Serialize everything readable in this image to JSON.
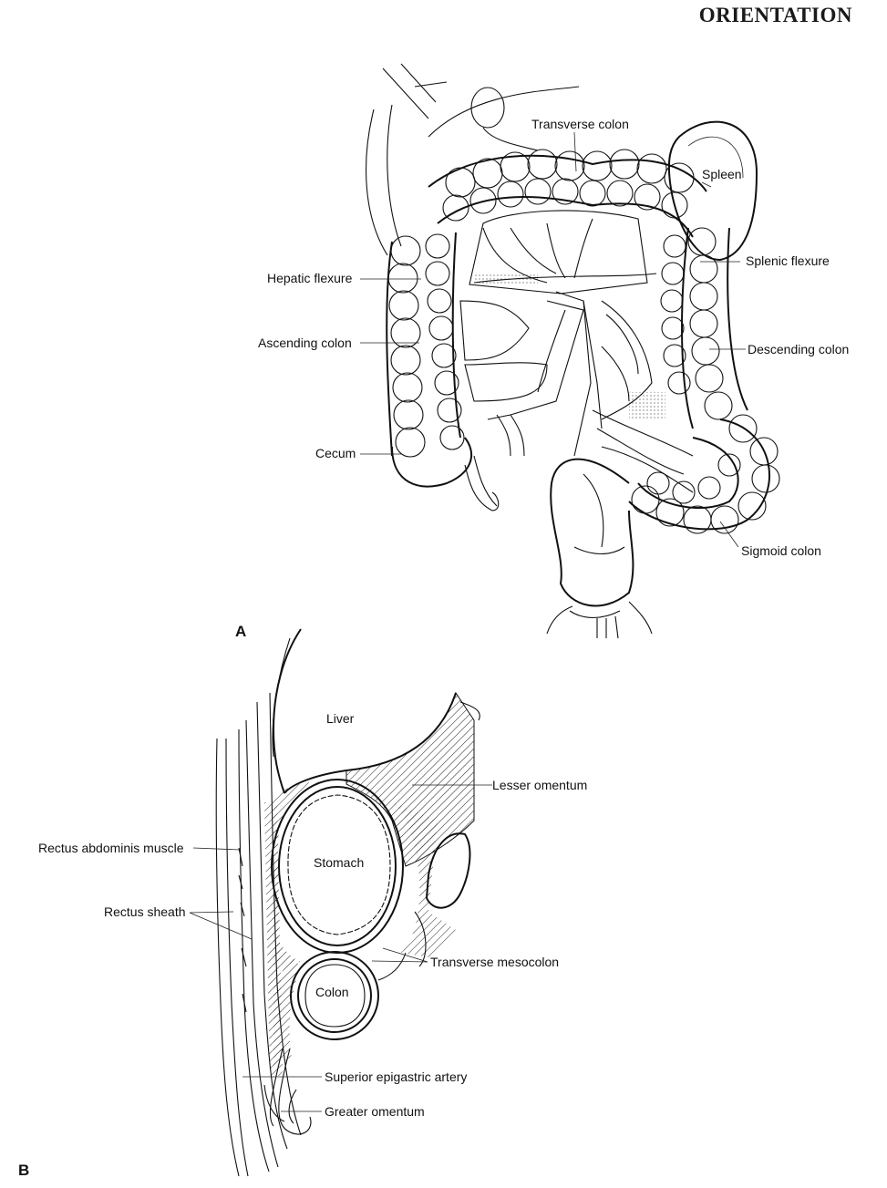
{
  "header": {
    "title": "ORIENTATION"
  },
  "panel_a": {
    "letter": "A",
    "labels": {
      "transverse_colon": "Transverse colon",
      "spleen": "Spleen",
      "splenic_flexure": "Splenic flexure",
      "hepatic_flexure": "Hepatic flexure",
      "ascending_colon": "Ascending colon",
      "descending_colon": "Descending colon",
      "cecum": "Cecum",
      "sigmoid_colon": "Sigmoid colon"
    }
  },
  "panel_b": {
    "letter": "B",
    "labels": {
      "liver": "Liver",
      "lesser_omentum": "Lesser omentum",
      "rectus_abdominis_muscle": "Rectus abdominis muscle",
      "stomach": "Stomach",
      "rectus_sheath": "Rectus sheath",
      "transverse_mesocolon": "Transverse mesocolon",
      "colon": "Colon",
      "superior_epigastric_artery": "Superior epigastric artery",
      "greater_omentum": "Greater omentum"
    }
  }
}
